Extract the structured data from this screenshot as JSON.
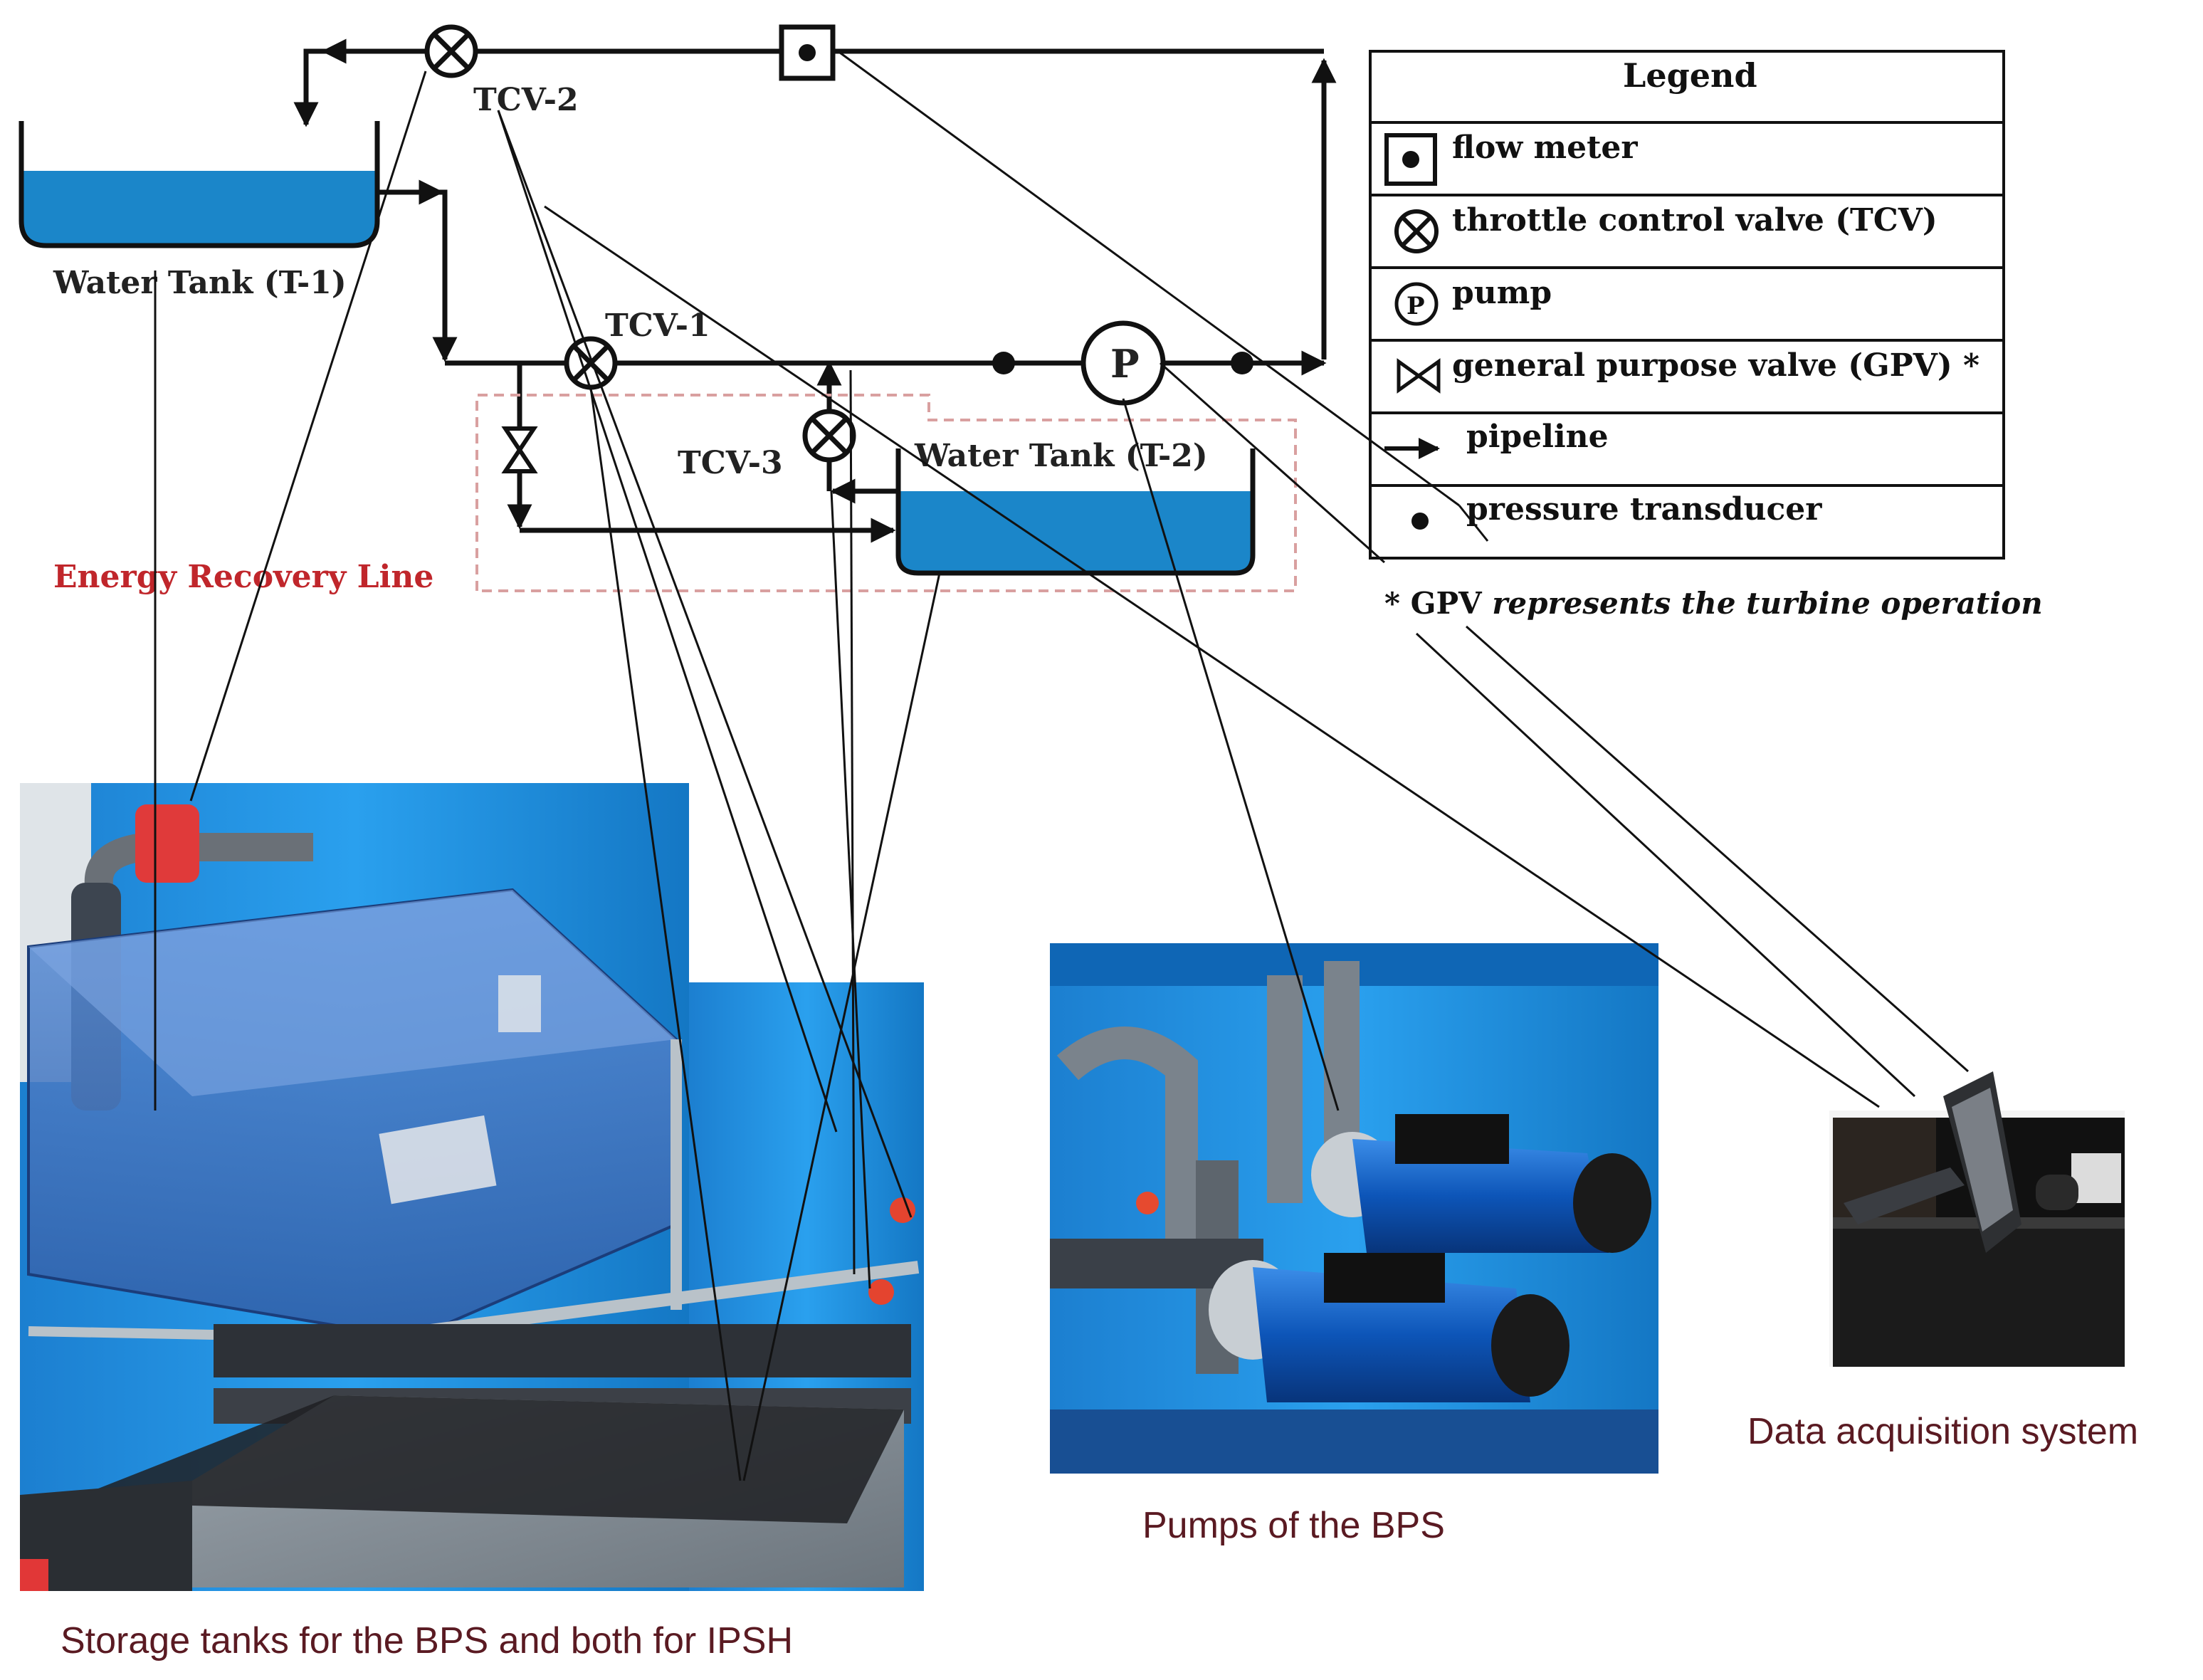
{
  "diagram": {
    "labels": {
      "tcv2": "TCV-2",
      "tcv1": "TCV-1",
      "tcv3": "TCV-3",
      "tank1": "Water Tank (T-1)",
      "tank2": "Water Tank (T-2)",
      "pump_symbol": "P",
      "energy_recovery": "Energy Recovery Line"
    }
  },
  "legend": {
    "title": "Legend",
    "items": [
      {
        "symbol": "flow-meter-icon",
        "label": "flow meter"
      },
      {
        "symbol": "throttle-valve-icon",
        "label": "throttle control valve (TCV)"
      },
      {
        "symbol": "pump-icon",
        "label": "pump"
      },
      {
        "symbol": "gpv-icon",
        "label": "general purpose valve (GPV) *"
      },
      {
        "symbol": "pipeline-arrow-icon",
        "label": "pipeline"
      },
      {
        "symbol": "pressure-dot-icon",
        "label": "pressure transducer"
      }
    ],
    "note_prefix": "* GPV ",
    "note_italic": "represents the turbine operation"
  },
  "photos": {
    "storage_caption": "Storage tanks for the BPS and both for IPSH",
    "pumps_caption": "Pumps of the BPS",
    "daq_caption": "Data acquisition system"
  },
  "colors": {
    "water": "#1b86c9",
    "pipe": "#111111",
    "energy_line": "#c0262b",
    "dashed_box": "#d9a0a0"
  }
}
